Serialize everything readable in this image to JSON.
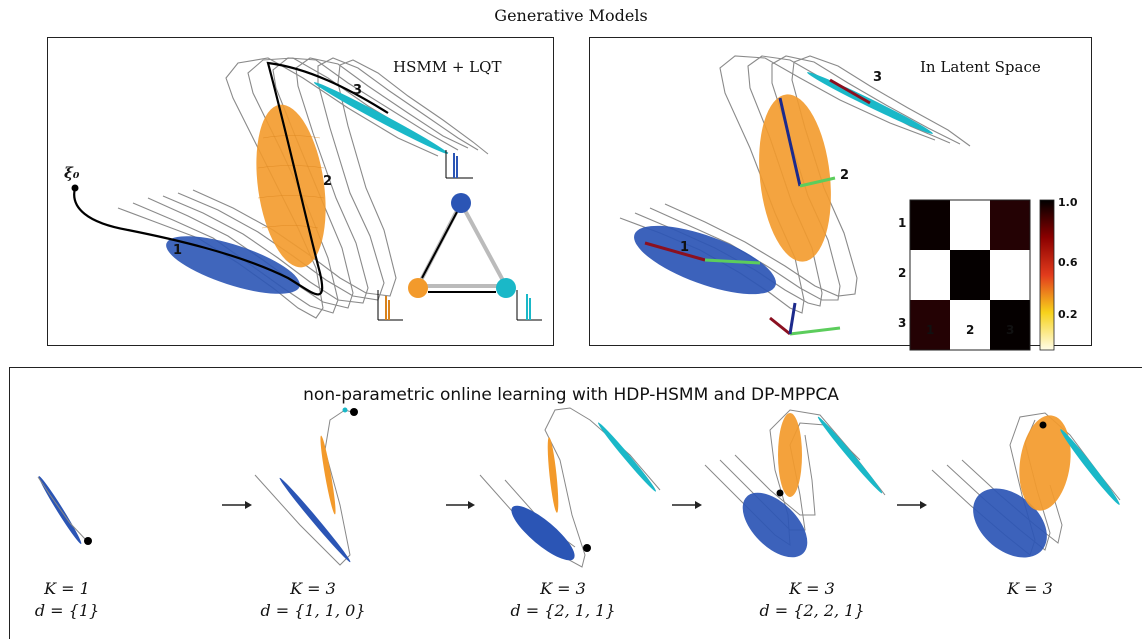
{
  "header": {
    "title": "Generative Models"
  },
  "panels": {
    "left": {
      "label": "HSMM + LQT",
      "start_label": "ξ₀",
      "state_labels": [
        "1",
        "2",
        "3"
      ]
    },
    "right": {
      "label": "In Latent Space",
      "state_labels": [
        "1",
        "2",
        "3"
      ]
    }
  },
  "heatmap": {
    "row_labels": [
      "1",
      "2",
      "3"
    ],
    "col_labels": [
      "1",
      "2",
      "3"
    ],
    "colorbar_ticks": [
      "1.0",
      "0.6",
      "0.2"
    ],
    "values": [
      [
        1.0,
        0.0,
        0.95
      ],
      [
        0.0,
        1.0,
        0.0
      ],
      [
        0.95,
        0.0,
        1.0
      ]
    ]
  },
  "bottom": {
    "title": "non-parametric online learning with HDP-HSMM and DP-MPPCA",
    "stages": [
      {
        "k": "K = 1",
        "d": "d = {1}"
      },
      {
        "k": "K = 3",
        "d": "d = {1, 1, 0}"
      },
      {
        "k": "K = 3",
        "d": "d = {2, 1, 1}"
      },
      {
        "k": "K = 3",
        "d": "d = {2, 2, 1}"
      },
      {
        "k": "K = 3",
        "d": ""
      }
    ]
  },
  "colors": {
    "blue": "#2b55b5",
    "orange": "#f39a2b",
    "cyan": "#1ab8c8",
    "gray": "#888888",
    "dark_red": "#8b1020",
    "green": "#5ccd5c"
  }
}
